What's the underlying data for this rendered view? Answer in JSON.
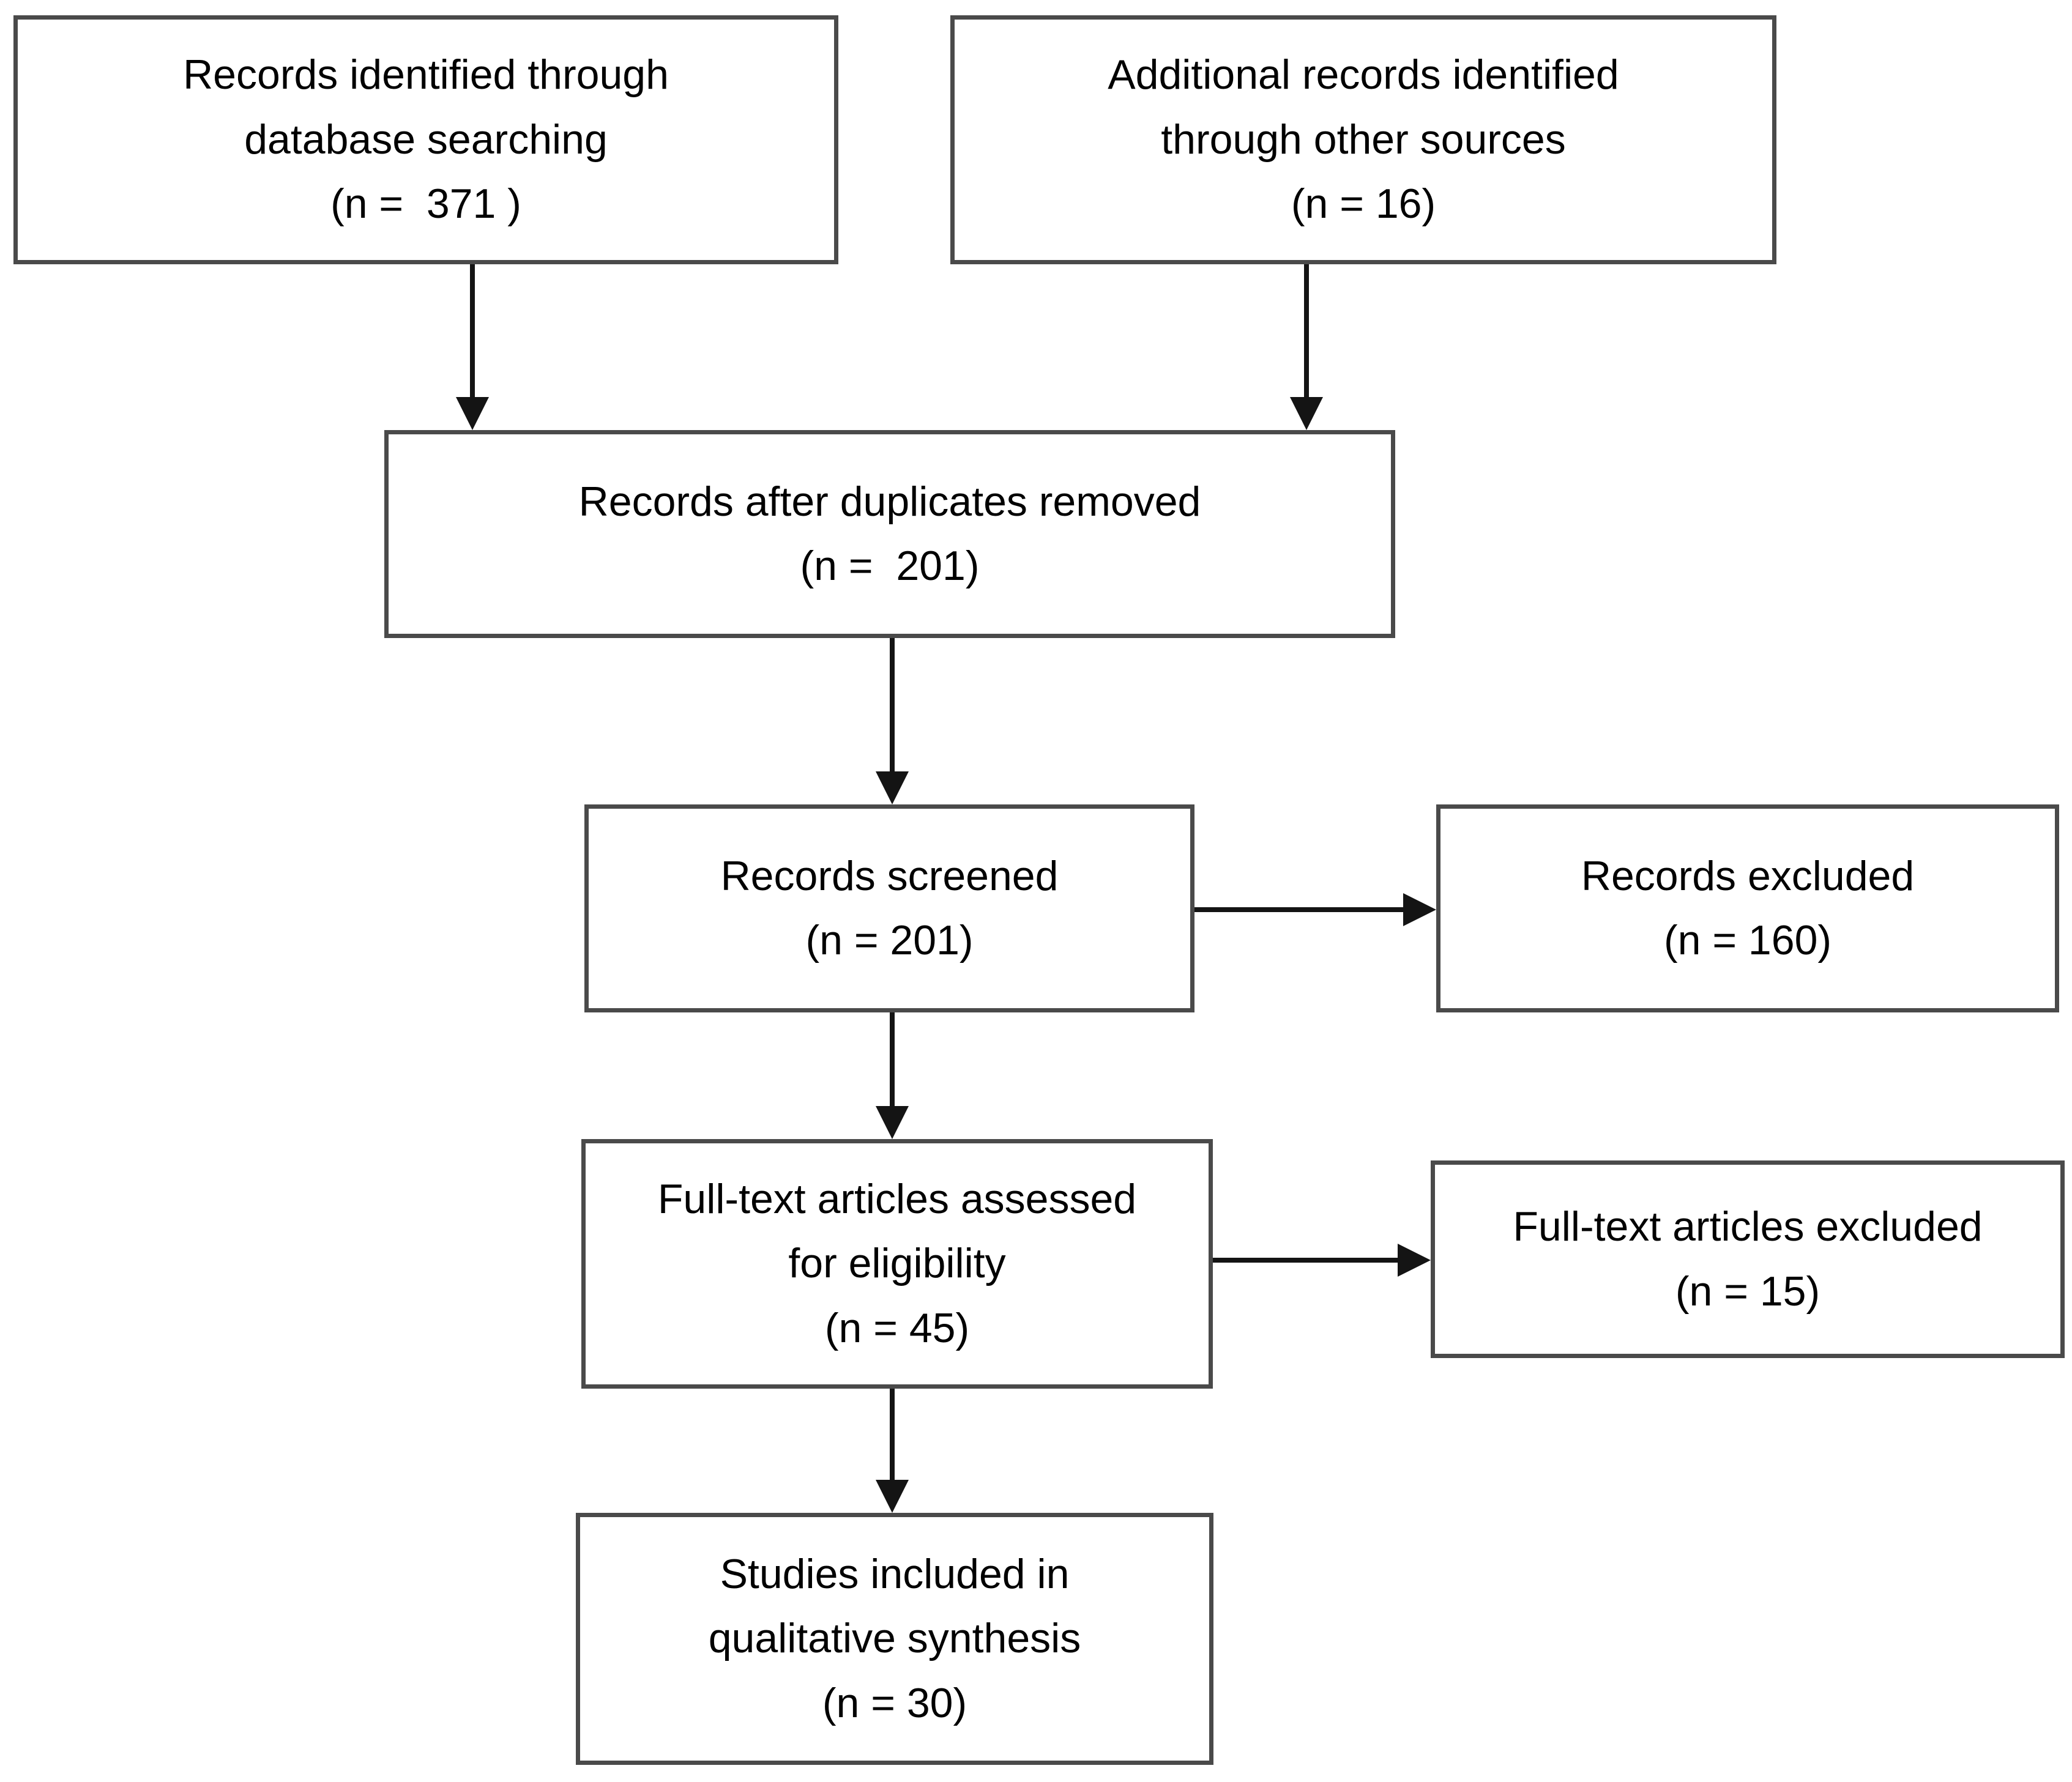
{
  "diagram": {
    "type": "prisma-flow-diagram",
    "background_color": "#ffffff",
    "box_border_color": "#4a4a4a",
    "arrow_color": "#141414",
    "text_color": "#000000",
    "boxes": [
      {
        "id": "records-identified",
        "label": "Records identified through\ndatabase searching\n(n =  371 )"
      },
      {
        "id": "additional-records",
        "label": "Additional records identified\nthrough other sources\n(n = 16)"
      },
      {
        "id": "duplicates-removed",
        "label": "Records after duplicates removed\n(n =  201)"
      },
      {
        "id": "records-screened",
        "label": "Records screened\n(n = 201)"
      },
      {
        "id": "records-excluded",
        "label": "Records excluded\n(n = 160)"
      },
      {
        "id": "fulltext-assessed",
        "label": "Full-text articles assessed\nfor eligibility\n(n = 45)"
      },
      {
        "id": "fulltext-excluded",
        "label": "Full-text articles excluded\n(n = 15)"
      },
      {
        "id": "studies-included",
        "label": "Studies included in\nqualitative synthesis\n(n = 30)"
      }
    ],
    "connections": [
      {
        "from": "records-identified",
        "to": "duplicates-removed",
        "direction": "down"
      },
      {
        "from": "additional-records",
        "to": "duplicates-removed",
        "direction": "down"
      },
      {
        "from": "duplicates-removed",
        "to": "records-screened",
        "direction": "down"
      },
      {
        "from": "records-screened",
        "to": "records-excluded",
        "direction": "right"
      },
      {
        "from": "records-screened",
        "to": "fulltext-assessed",
        "direction": "down"
      },
      {
        "from": "fulltext-assessed",
        "to": "fulltext-excluded",
        "direction": "right"
      },
      {
        "from": "fulltext-assessed",
        "to": "studies-included",
        "direction": "down"
      }
    ]
  }
}
